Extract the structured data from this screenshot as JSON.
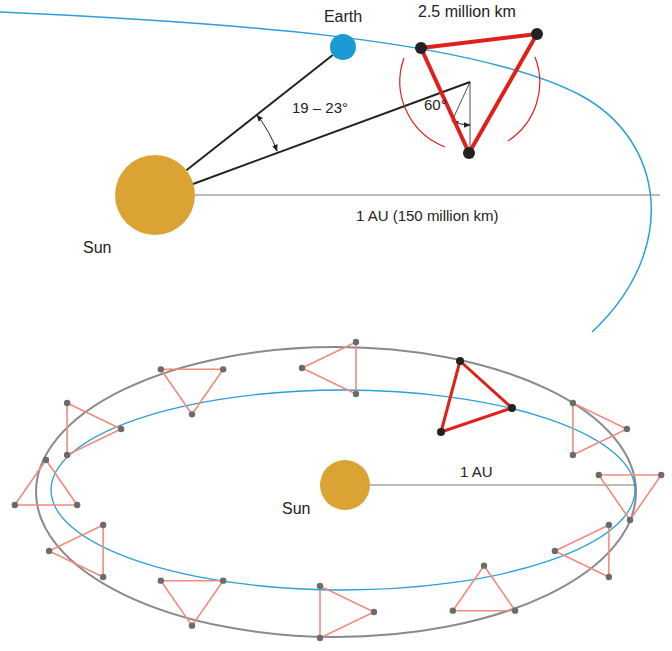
{
  "diagram": {
    "nodes": [
      {
        "text": [
          "Earth"
        ]
      },
      {
        "text": [
          "Sun"
        ]
      },
      {
        "text": [
          "Sun"
        ]
      }
    ],
    "edges": [
      {
        "from": 1,
        "to": 0,
        "arrow": "none"
      }
    ],
    "labels": [
      "2.5 million km",
      "19 – 23°",
      "60°",
      "1 AU (150 million km)",
      "1 AU"
    ]
  }
}
